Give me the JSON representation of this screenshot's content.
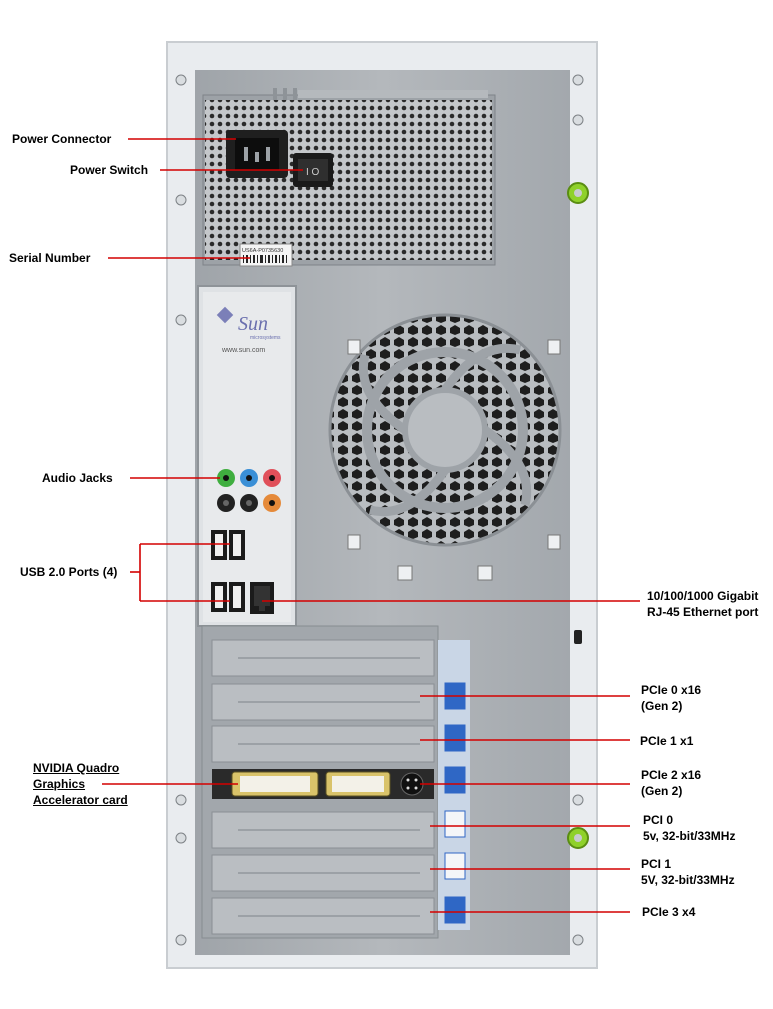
{
  "colors": {
    "leader_line": "#d40000",
    "chassis_frame": "#e9ecef",
    "chassis_panel": "#a9aeb3",
    "label_tab": "#c9d6e6",
    "slot_marker": "#2f67c5",
    "jack_green": "#3fae3f",
    "jack_blue": "#3a8fd6",
    "jack_pink": "#e0505a",
    "jack_orange": "#e58a3a",
    "jack_black": "#222222",
    "lock_green": "#8fd12a"
  },
  "icons": {
    "logo": "sun-microsystems-logo",
    "fan": "fan-grille-icon"
  },
  "panel_text": {
    "logo_word": "Sun",
    "logo_sub": "microsystems",
    "website": "www.sun.com",
    "serial_sticker": "US6A-P0735630"
  },
  "left_labels": {
    "power_connector": "Power Connector",
    "power_switch": "Power Switch",
    "serial_number": "Serial  Number",
    "audio_jacks": "Audio Jacks",
    "usb_ports": "USB 2.0 Ports (4)",
    "nvidia_line1": "NVIDIA Quadro",
    "nvidia_line2": "Graphics",
    "nvidia_line3": "Accelerator card"
  },
  "right_labels": {
    "ethernet_line1": "10/100/1000 Gigabit",
    "ethernet_line2": "RJ-45 Ethernet port",
    "pcie0_line1": "PCIe 0 x16",
    "pcie0_line2": "(Gen 2)",
    "pcie1": "PCIe 1 x1",
    "pcie2_line1": "PCIe 2 x16",
    "pcie2_line2": "(Gen 2)",
    "pci0_line1": "PCI 0",
    "pci0_line2": "5v, 32-bit/33MHz",
    "pci1_line1": "PCI 1",
    "pci1_line2": "5V, 32-bit/33MHz",
    "pcie3": "PCIe 3 x4"
  }
}
